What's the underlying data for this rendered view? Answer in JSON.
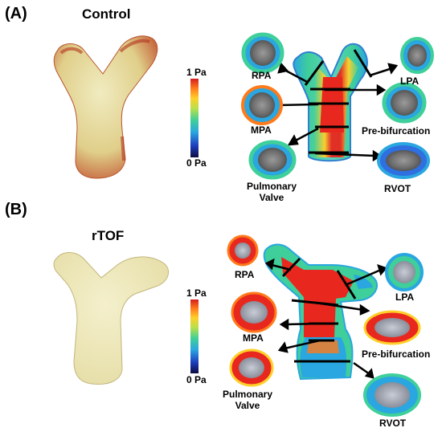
{
  "panels": [
    {
      "letter": "(A)",
      "title": "Control",
      "colorbar": {
        "max_label": "1 Pa",
        "min_label": "0 Pa"
      },
      "sections": [
        "RPA",
        "LPA",
        "MPA",
        "Pre-bifurcation",
        "Pulmonary Valve",
        "RVOT"
      ]
    },
    {
      "letter": "(B)",
      "title": "rTOF",
      "colorbar": {
        "max_label": "1 Pa",
        "min_label": "0 Pa"
      },
      "sections": [
        "RPA",
        "LPA",
        "MPA",
        "Pre-bifurcation",
        "Pulmonary Valve",
        "RVOT"
      ]
    }
  ],
  "colormap": [
    "#0b0b40",
    "#1f3fbf",
    "#2aa6e0",
    "#3fcf9a",
    "#b8e04a",
    "#ffd02a",
    "#ff7a1a",
    "#d51e1e"
  ]
}
